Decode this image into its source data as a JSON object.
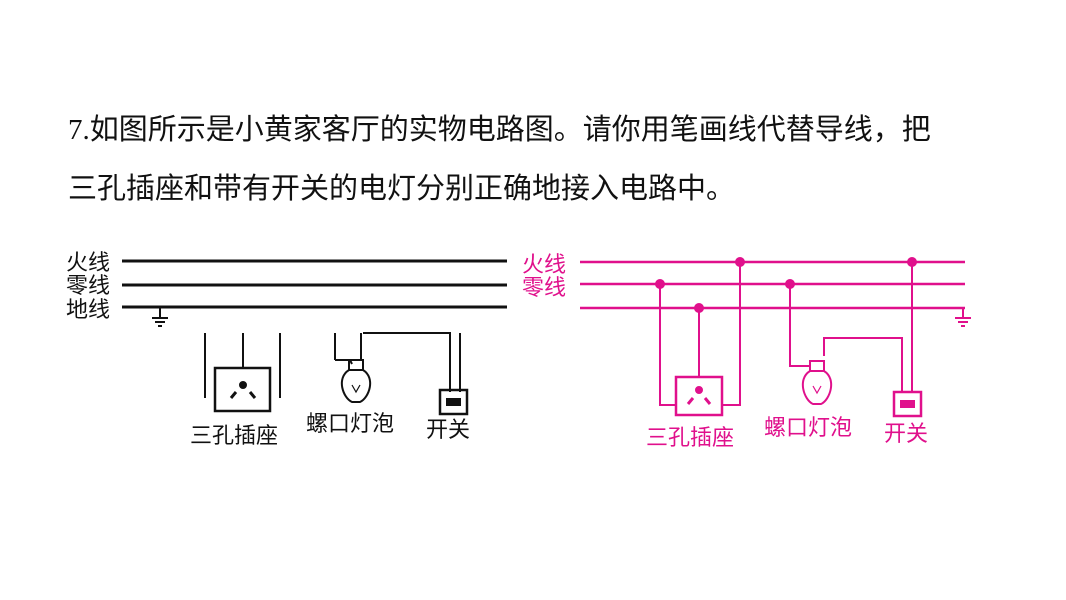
{
  "question": {
    "number": "7.",
    "line1": "如图所示是小黄家客厅的实物电路图。请你用笔画线代替导线，把",
    "line2": "三孔插座和带有开关的电灯分别正确地接入电路中。"
  },
  "left_diagram": {
    "live_label": "火线",
    "neutral_label": "零线",
    "ground_label": "地线",
    "socket_label": "三孔插座",
    "bulb_label": "螺口灯泡",
    "switch_label": "开关"
  },
  "right_diagram": {
    "live_label": "火线",
    "neutral_label": "零线",
    "socket_label": "三孔插座",
    "bulb_label": "螺口灯泡",
    "switch_label": "开关",
    "color": "#e0108c"
  }
}
